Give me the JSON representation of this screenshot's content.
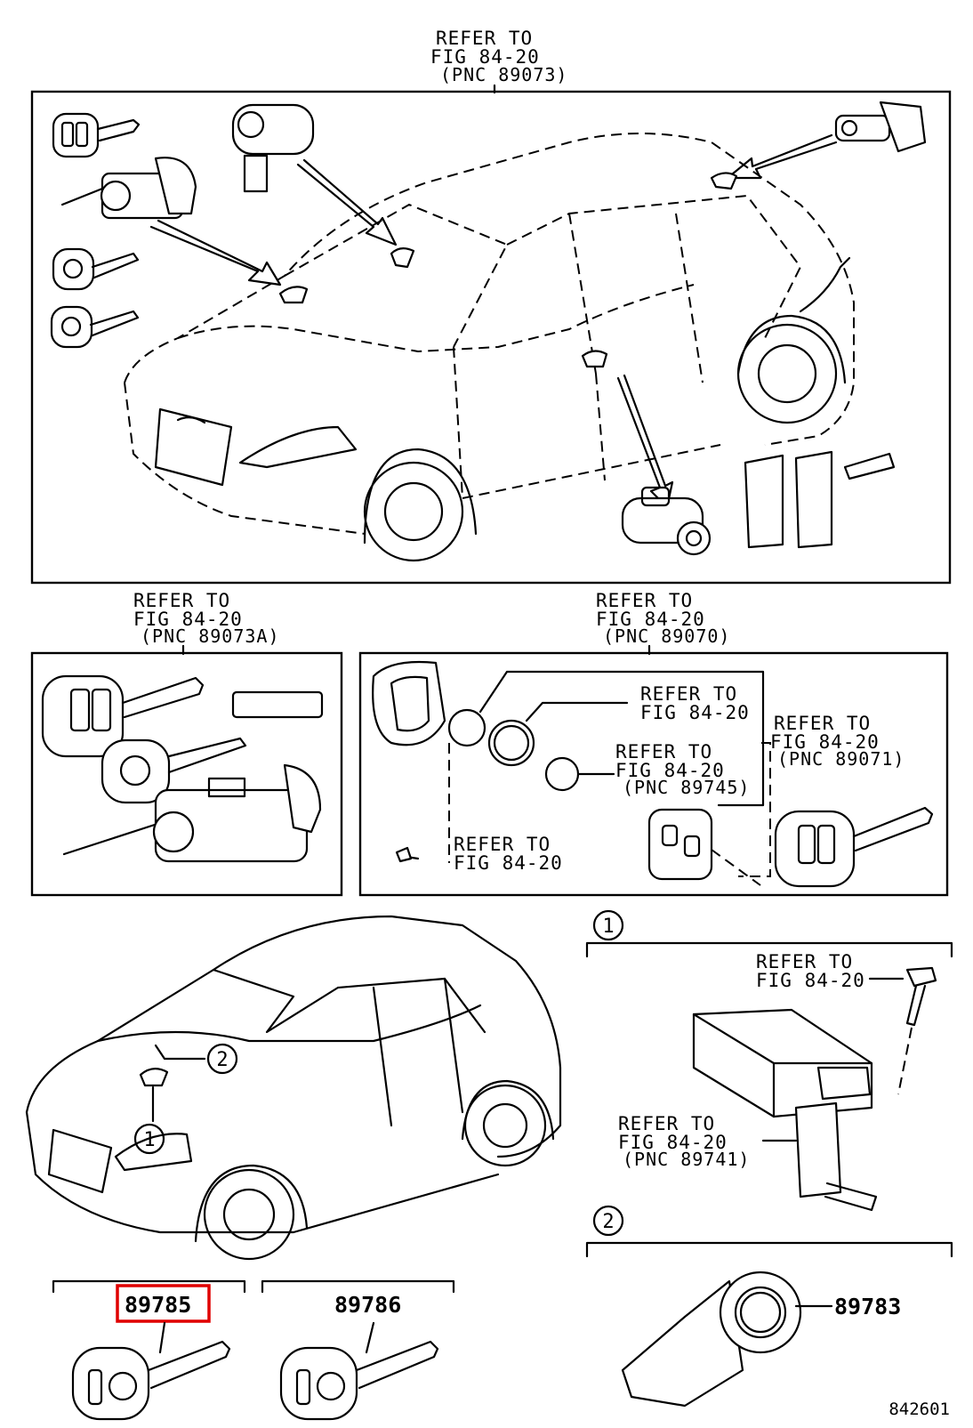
{
  "refer_blocks": {
    "top": {
      "line1": "REFER TO",
      "line2": "FIG 84-20",
      "line3": "(PNC 89073)"
    },
    "left_mid": {
      "line1": "REFER TO",
      "line2": "FIG 84-20",
      "line3": "(PNC 89073A)"
    },
    "right_mid": {
      "line1": "REFER TO",
      "line2": "FIG 84-20",
      "line3": "(PNC 89070)"
    },
    "inner_a": {
      "line1": "REFER TO",
      "line2": "FIG 84-20"
    },
    "inner_b": {
      "line1": "REFER TO",
      "line2": "FIG 84-20",
      "line3": "(PNC 89071)"
    },
    "inner_c": {
      "line1": "REFER TO",
      "line2": "FIG 84-20",
      "line3": "(PNC 89745)"
    },
    "inner_d": {
      "line1": "REFER TO",
      "line2": "FIG 84-20"
    },
    "callout1_bolt": {
      "line1": "REFER TO",
      "line2": "FIG 84-20"
    },
    "callout1_ecu": {
      "line1": "REFER TO",
      "line2": "FIG 84-20",
      "line3": "(PNC 89741)"
    }
  },
  "callouts": {
    "c1": "1",
    "c2": "2"
  },
  "parts": {
    "p1": {
      "number": "89785",
      "highlighted": true
    },
    "p2": {
      "number": "89786",
      "highlighted": false
    },
    "p3": {
      "number": "89783",
      "highlighted": false
    }
  },
  "figure_code": "842601",
  "colors": {
    "highlight": "#e00000",
    "ink": "#000000",
    "paper": "#ffffff"
  }
}
